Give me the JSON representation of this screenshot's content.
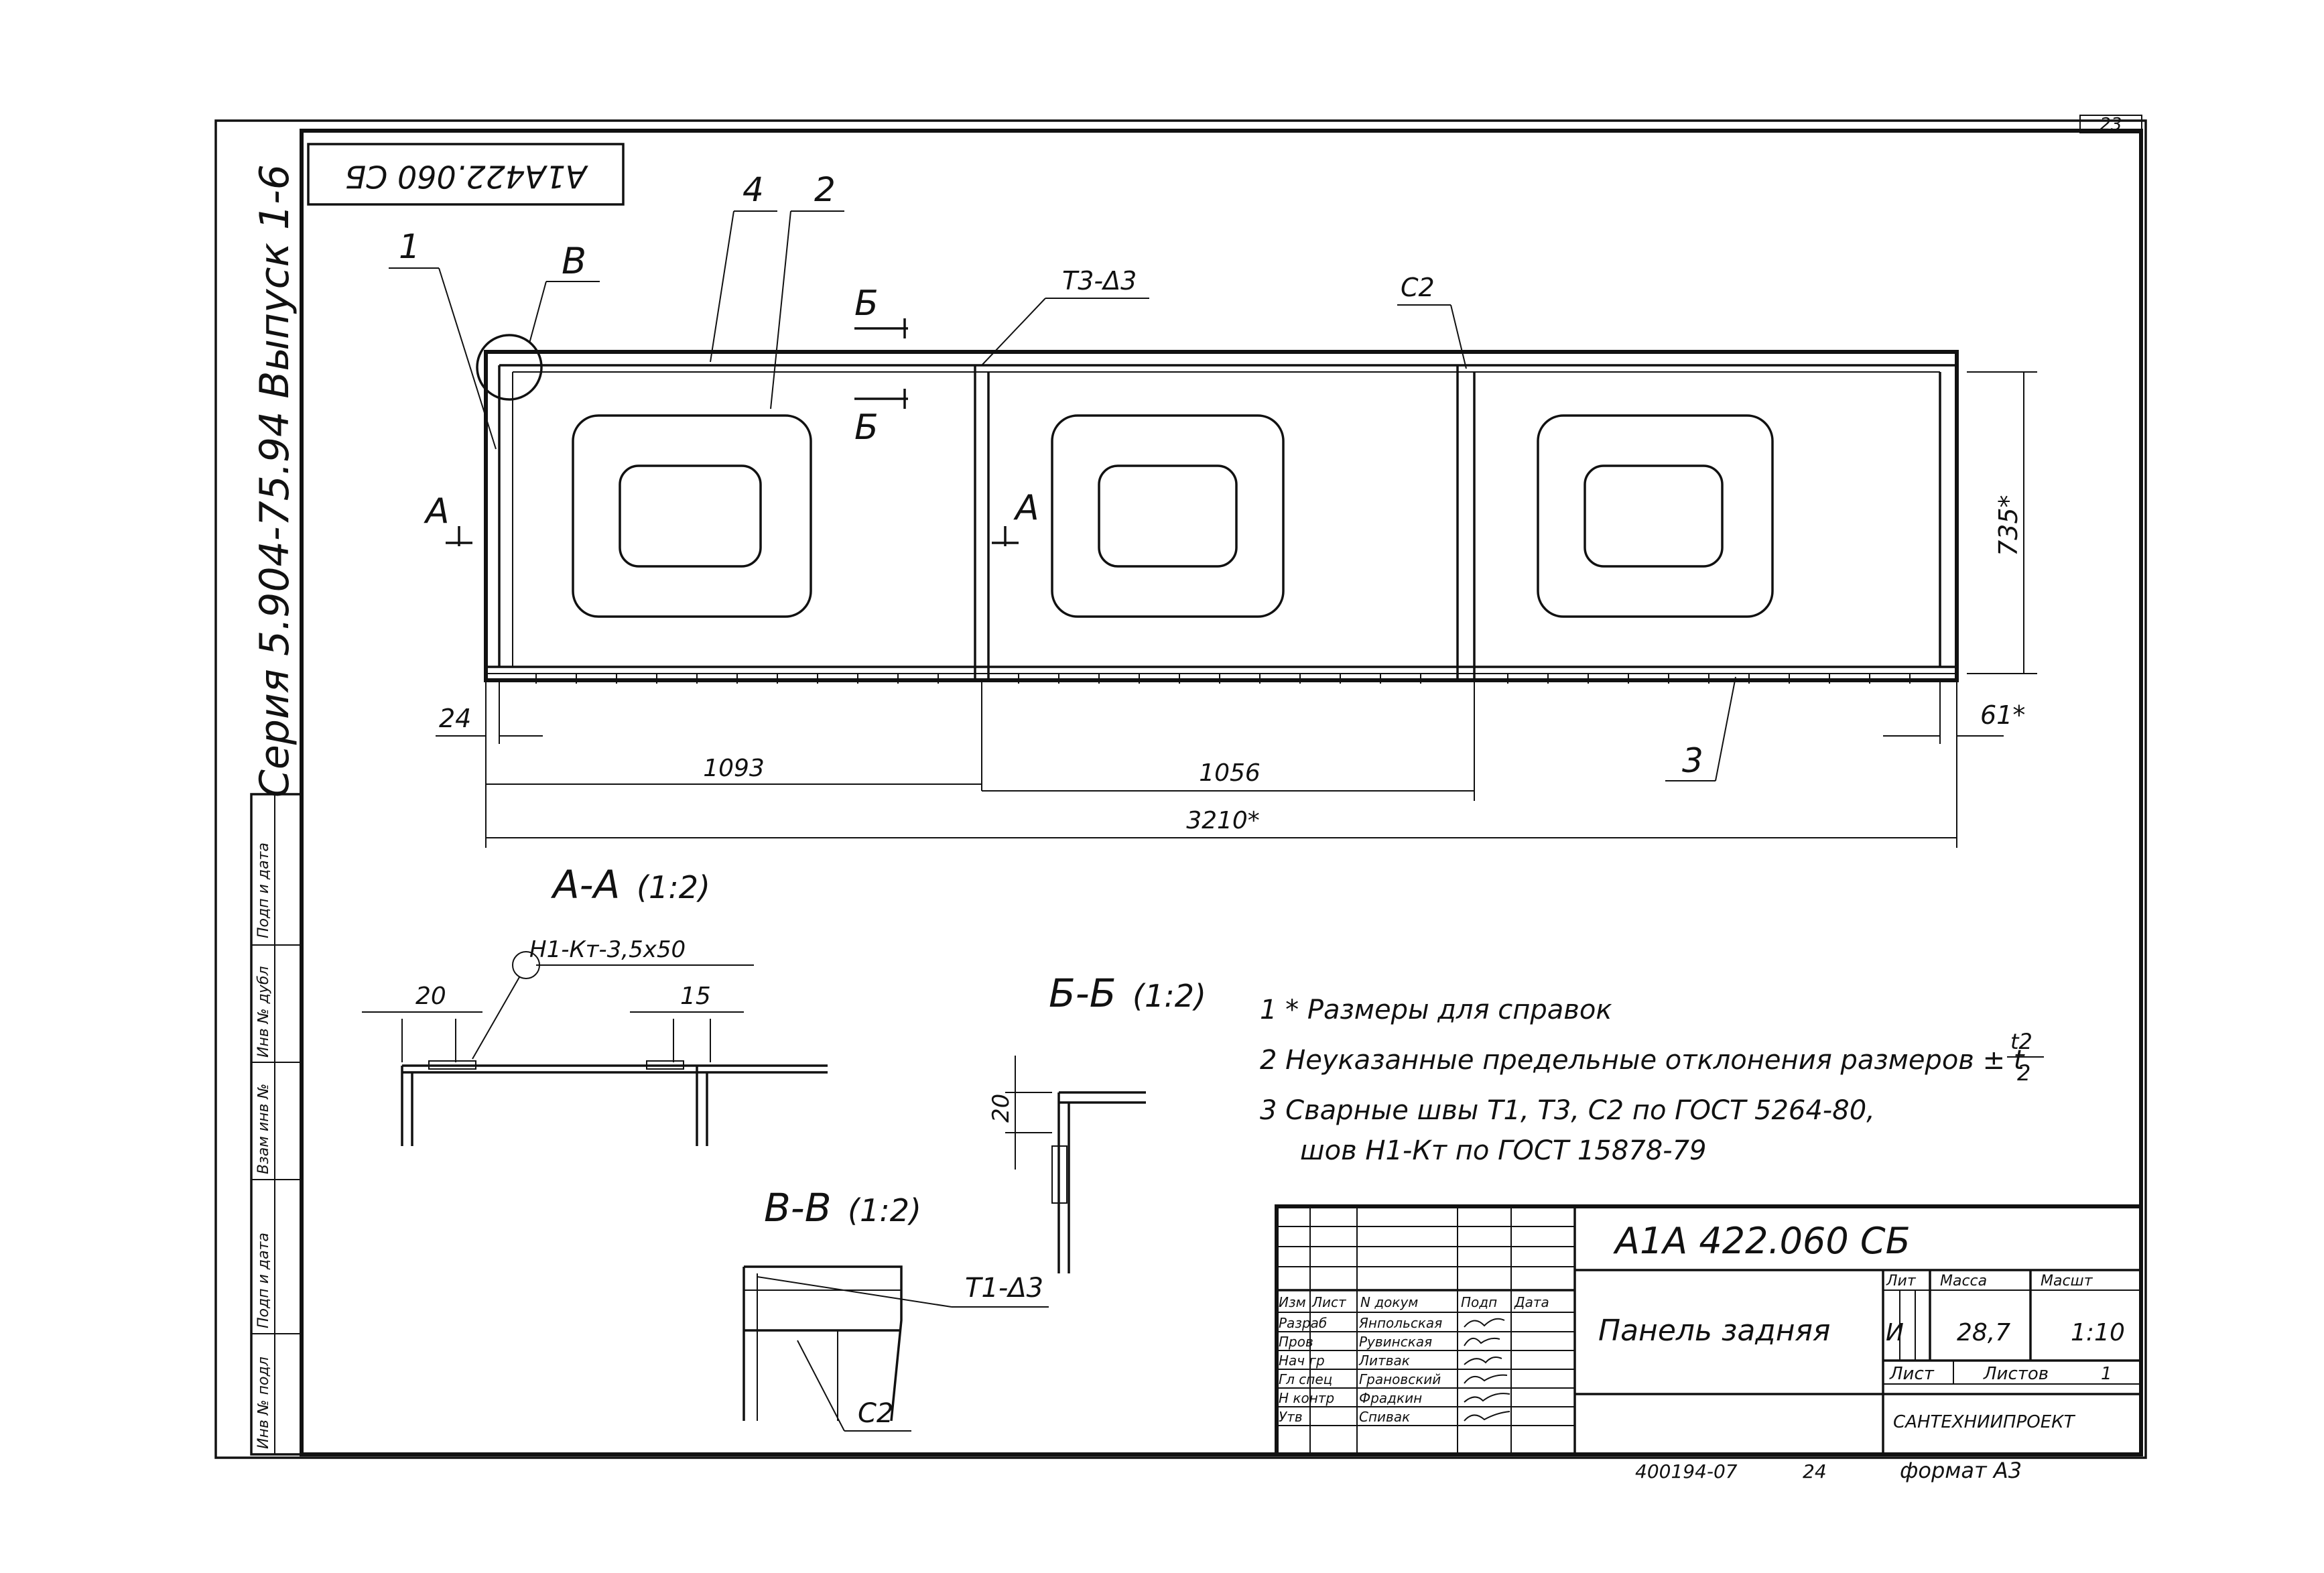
{
  "sheet": {
    "page_number": "23",
    "inverted_stamp": "А1А422.060 СБ",
    "series_text": "Серия 5.904-75.94   Выпуск 1-6",
    "side_labels": [
      "Подп и дата",
      "Инв № дубл",
      "Взам инв №",
      "Подп и дата",
      "Инв № подл"
    ],
    "footer_code": "400194-07",
    "footer_num": "24",
    "format": "формат А3"
  },
  "main_view": {
    "callouts": {
      "c1": "1",
      "c2": "2",
      "c3": "3",
      "c4": "4",
      "node_v": "В"
    },
    "section_bb": "Б",
    "section_aa": "А",
    "weld_t3": "Т3-Δ3",
    "weld_c2": "С2",
    "dims": {
      "d24": "24",
      "d1093": "1093",
      "d1056": "1056",
      "d3210": "3210*",
      "d735": "735*",
      "d61": "61*"
    }
  },
  "section_aa": {
    "title": "А-А",
    "scale": "(1:2)",
    "weld": "Н1-Кт-3,5х50",
    "dim20": "20",
    "dim15": "15"
  },
  "section_bb": {
    "title": "Б-Б",
    "scale": "(1:2)",
    "dim20": "20"
  },
  "section_vv": {
    "title": "В-В",
    "scale": "(1:2)",
    "weld_t1": "Т1-Δ3",
    "weld_c2": "С2"
  },
  "notes": [
    "1 * Размеры для справок",
    "2 Неуказанные предельные отклонения размеров ± t",
    "3 Сварные швы Т1, Т3, С2 по ГОСТ 5264-80,",
    "шов Н1-Кт по ГОСТ 15878-79"
  ],
  "notes_fraction": {
    "num": "t2",
    "den": "2"
  },
  "title_block": {
    "doc_code": "А1А 422.060 СБ",
    "name": "Панель задняя",
    "headers": {
      "izm": "Изм",
      "list": "Лист",
      "ndokum": "N докум",
      "podp": "Подп",
      "data": "Дата"
    },
    "roles": [
      "Разраб",
      "Пров",
      "Нач гр",
      "Гл спец",
      "Н контр",
      "Утв"
    ],
    "people": [
      "Янпольская",
      "Рувинская",
      "Литвак",
      "Грановский",
      "Фрадкин",
      "Спивак"
    ],
    "lit_label": "Лит",
    "mass_label": "Масса",
    "scale_label": "Масшт",
    "lit_value": "И",
    "mass_value": "28,7",
    "scale_value": "1:10",
    "sheet_label": "Лист",
    "sheets_label": "Листов",
    "sheets_value": "1",
    "org": "САНТЕХНИИПРОЕКТ"
  }
}
